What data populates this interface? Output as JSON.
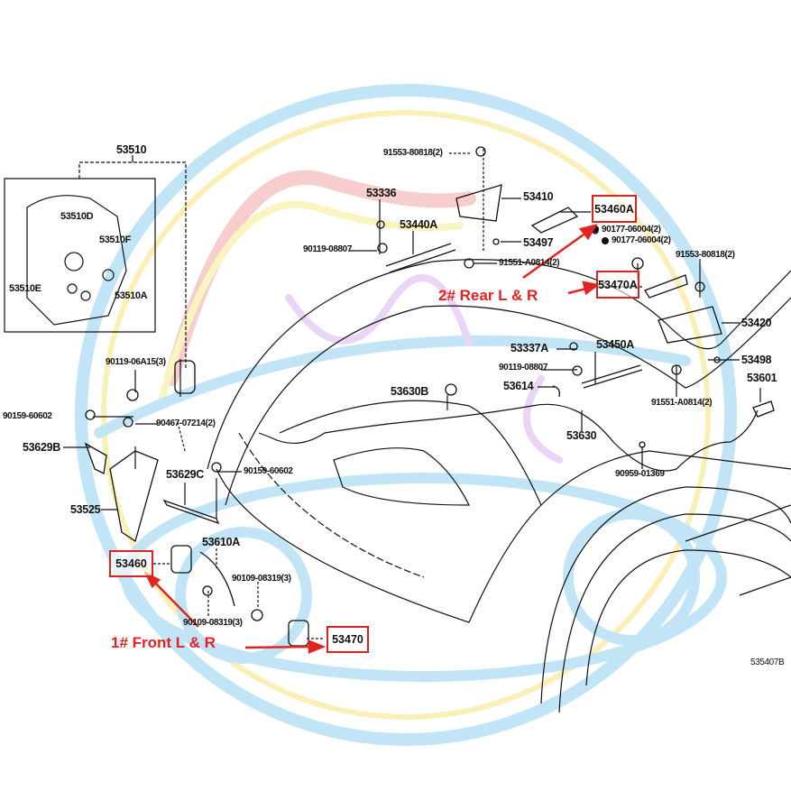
{
  "diagram_code": "535407B",
  "colors": {
    "highlight": "#e02020",
    "line": "#111111",
    "watermark_blue": "#7ec8f0",
    "watermark_red": "#f5a0a0",
    "watermark_yellow": "#f5e680"
  },
  "callouts": {
    "front": "1# Front L & R",
    "rear": "2# Rear L & R"
  },
  "highlighted_parts": {
    "front_sensor": "53460",
    "front_sensor_b": "53470",
    "rear_sensor": "53460A",
    "rear_sensor_b": "53470A"
  },
  "parts": {
    "p53510": "53510",
    "p53510D": "53510D",
    "p53510F": "53510F",
    "p53510E": "53510E",
    "p53510A": "53510A",
    "p9011906A15": "90119-06A15(3)",
    "p9015960602a": "90159-60602",
    "p9046707214": "90467-07214(2)",
    "p53629B": "53629B",
    "p53629C": "53629C",
    "p9015960602b": "90159-60602",
    "p53525": "53525",
    "p53610A": "53610A",
    "p9010908319a": "90109-08319(3)",
    "p9010908319b": "90109-08319(3)",
    "p9155380818a": "91553-80818(2)",
    "p53336": "53336",
    "p53410": "53410",
    "p53440A": "53440A",
    "p9011908807a": "90119-08807",
    "p53497": "53497",
    "p91551A0814a": "91551-A0814(2)",
    "p9017706004a": "90177-06004(2)",
    "p9017706004b": "90177-06004(2)",
    "p9155380818b": "91553-80818(2)",
    "p53420": "53420",
    "p53337A": "53337A",
    "p53450A": "53450A",
    "p9011908807b": "90119-08807",
    "p53498": "53498",
    "p53630B": "53630B",
    "p53614": "53614",
    "p53601": "53601",
    "p91551A0814b": "91551-A0814(2)",
    "p53630": "53630",
    "p9095901369": "90959-01369"
  }
}
